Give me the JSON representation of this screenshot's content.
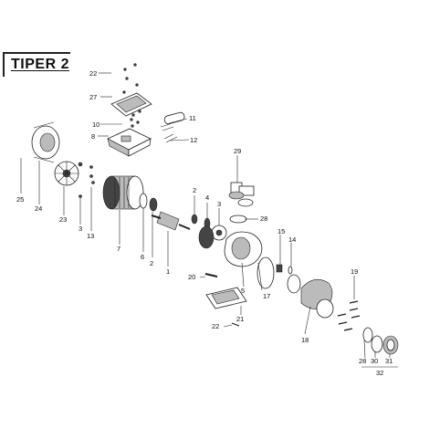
{
  "title": "TIPER 2",
  "labels": {
    "l22a": "22",
    "l27": "27",
    "l10": "10",
    "l8": "8",
    "l11": "11",
    "l12": "12",
    "l29": "29",
    "l25": "25",
    "l24": "24",
    "l23": "23",
    "l3a": "3",
    "l13": "13",
    "l7": "7",
    "l6": "6",
    "l2a": "2",
    "l1": "1",
    "l2b": "2",
    "l4": "4",
    "l3b": "3",
    "l28a": "28",
    "l15": "15",
    "l14": "14",
    "l17": "17",
    "l5": "5",
    "l20": "20",
    "l21": "21",
    "l22b": "22",
    "l18": "18",
    "l19": "19",
    "l28b": "28",
    "l30": "30",
    "l31": "31",
    "l32": "32"
  }
}
